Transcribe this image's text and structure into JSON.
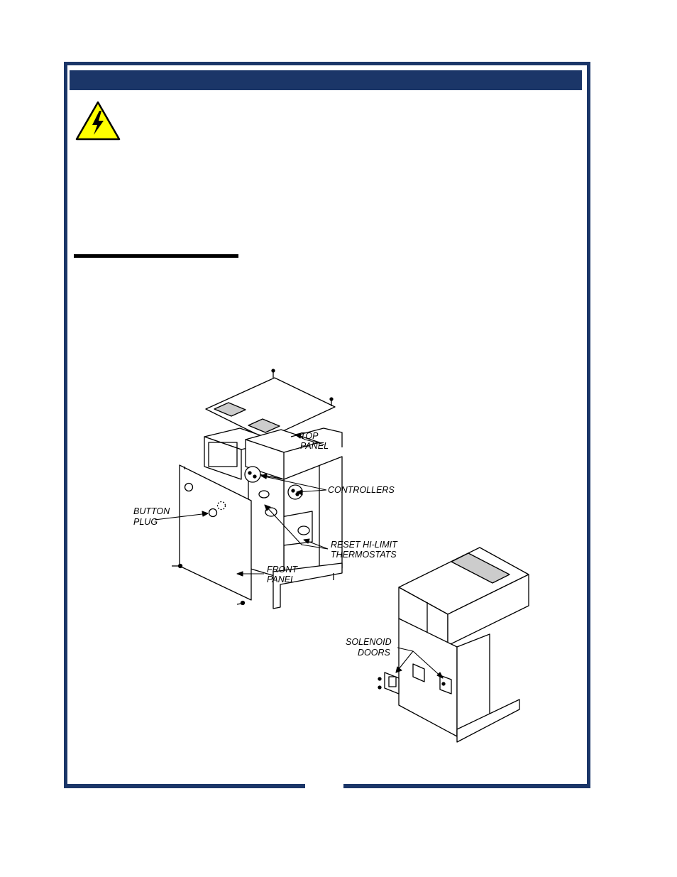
{
  "labels": {
    "top_panel": [
      "TOP",
      "PANEL"
    ],
    "controllers": "CONTROLLERS",
    "button_plug": [
      "BUTTON",
      "PLUG"
    ],
    "reset_thermostats": [
      "RESET HI-LIMIT",
      "THERMOSTATS"
    ],
    "front_panel": [
      "FRONT",
      "PANEL"
    ],
    "solenoid_doors": [
      "SOLENOID",
      "DOORS"
    ]
  },
  "colors": {
    "border": "#1b3668",
    "warning_fill": "#ffff00"
  },
  "icons": {
    "warning": "electrical-hazard-icon"
  }
}
